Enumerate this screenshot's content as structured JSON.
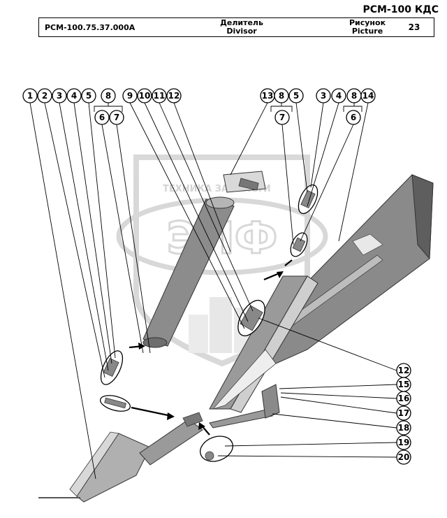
{
  "header": {
    "model": "РСМ-100 КДС",
    "code": "РСМ-100.75.37.000А",
    "name_ru": "Делитель",
    "name_en": "Divisor",
    "picture_ru": "Рисунок",
    "picture_en": "Picture",
    "picture_number": "23"
  },
  "watermark": {
    "text": "ТЕХНИКА ЗАПЧАСТИ",
    "logo": "ЭЛФ"
  },
  "callouts": [
    "1",
    "2",
    "3",
    "4",
    "5",
    "8",
    "6",
    "7",
    "9",
    "10",
    "11",
    "12",
    "13",
    "8",
    "5",
    "7",
    "3",
    "4",
    "8",
    "14",
    "6",
    "12",
    "15",
    "16",
    "17",
    "18",
    "19",
    "20"
  ]
}
